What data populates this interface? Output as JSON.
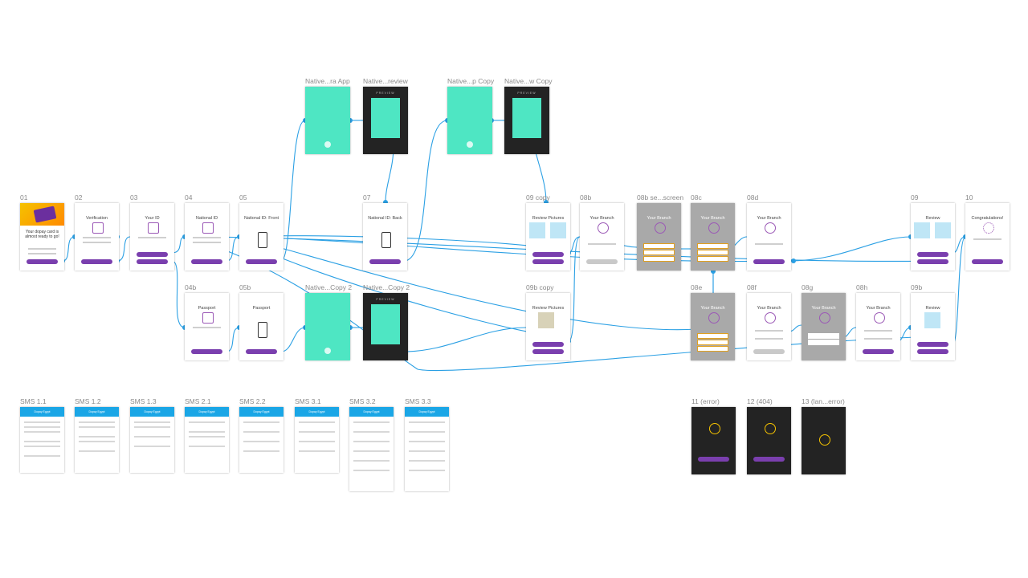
{
  "boards": {
    "b01": "01",
    "b02": "02",
    "b03": "03",
    "b04": "04",
    "b05": "05",
    "b07": "07",
    "b09copy": "09 copy",
    "b08b": "08b",
    "b08bsel": "08b se...screen",
    "b08c": "08c",
    "b08d": "08d",
    "b09": "09",
    "b10": "10",
    "b04b": "04b",
    "b05b": "05b",
    "bnatc2": "Native...Copy 2",
    "bnatc2b": "Native...Copy 2",
    "b09bcopy": "09b copy",
    "b08e": "08e",
    "b08f": "08f",
    "b08g": "08g",
    "b08h": "08h",
    "b09b": "09b",
    "bnatapp": "Native...ra App",
    "bnatrev": "Native...review",
    "bnatpc": "Native...p Copy",
    "bnatwc": "Native...w Copy",
    "sms11": "SMS 1.1",
    "sms12": "SMS 1.2",
    "sms13": "SMS 1.3",
    "sms21": "SMS 2.1",
    "sms22": "SMS 2.2",
    "sms31": "SMS 3.1",
    "sms32": "SMS 3.2",
    "sms33": "SMS 3.3",
    "b11": "11 (error)",
    "b12": "12 (404)",
    "b13": "13 (lan...error)"
  },
  "screens": {
    "s01": "Your dopay card is almost ready to go!",
    "s02": "Verification",
    "s03": "Your ID",
    "s04": "National ID",
    "s05": "National ID: Front",
    "s07": "National ID: Back",
    "s09copy": "Review Pictures",
    "s08b": "Your Branch",
    "s08bsel": "Your Branch",
    "s08c": "Your Branch",
    "s08d": "Your Branch",
    "s09": "Review",
    "s10": "Congratulations!",
    "s04b": "Passport",
    "s05b": "Passport",
    "s09bcopy": "Review Pictures",
    "s08e": "Your Branch",
    "s08f": "Your Branch",
    "s08g": "Your Branch",
    "s08h": "Your Branch",
    "s09b": "Review",
    "preview": "PREVIEW",
    "sms_header": "Dopay Egypt"
  },
  "colors": {
    "wire": "#2ba0e4",
    "accent": "#7a3fae",
    "mint": "#4ee6c3",
    "dark": "#232323",
    "sms": "#1aa6e6"
  }
}
